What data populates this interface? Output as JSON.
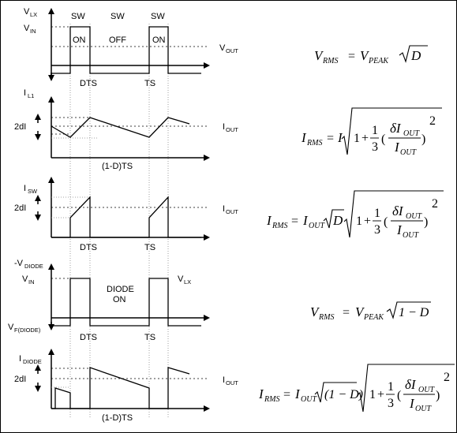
{
  "panels": {
    "vlx": {
      "y_label": "V",
      "y_label_sub": "LX",
      "vin_label": "V",
      "vin_sub": "IN",
      "sw_labels": [
        "SW",
        "SW",
        "SW"
      ],
      "state_labels": [
        "ON",
        "OFF",
        "ON"
      ],
      "vout_label": "V",
      "vout_sub": "OUT",
      "x_labels": [
        "DTS",
        "TS"
      ]
    },
    "il": {
      "y_label": "I",
      "y_label_sub": "L1",
      "delta_label": "2dI",
      "out_label": "I",
      "out_sub": "OUT",
      "x_labels": [
        "(1-D)TS"
      ]
    },
    "isw": {
      "y_label": "I",
      "y_label_sub": "SW",
      "delta_label": "2dI",
      "out_label": "I",
      "out_sub": "OUT",
      "x_labels": [
        "DTS",
        "TS"
      ]
    },
    "vdiode": {
      "y_label": "-V",
      "y_label_sub": "DIODE",
      "vin_label": "V",
      "vin_sub": "IN",
      "vlx_label": "V",
      "vlx_sub": "LX",
      "vf_label": "V",
      "vf_sub": "F(DIODE)",
      "state_top": "DIODE",
      "state_bottom": "ON",
      "x_labels": [
        "DTS",
        "TS"
      ]
    },
    "idiode": {
      "y_label": "I",
      "y_label_sub": "DIODE",
      "delta_label": "2dI",
      "out_label": "I",
      "out_sub": "OUT",
      "x_labels": [
        "(1-D)TS"
      ]
    }
  },
  "equations": {
    "eq1": {
      "lhs": "V",
      "lhs_sub": "RMS",
      "eq": "=",
      "rhs": "V",
      "rhs_sub": "PEAK",
      "rad": "D"
    },
    "eq2": {
      "lhs": "I",
      "lhs_sub": "RMS",
      "eq": "=",
      "coef": "I",
      "one": "1",
      "plus": "+",
      "frac_num": "1",
      "frac_den": "3",
      "num": "δI",
      "num_sub": "OUT",
      "den": "I",
      "den_sub": "OUT",
      "exp": "2"
    },
    "eq3": {
      "lhs": "I",
      "lhs_sub": "RMS",
      "eq": "=",
      "coef": "I",
      "coef_sub": "OUT",
      "rad": "D",
      "one": "1",
      "plus": "+",
      "frac_num": "1",
      "frac_den": "3",
      "num": "δI",
      "num_sub": "OUT",
      "den": "I",
      "den_sub": "OUT",
      "exp": "2"
    },
    "eq4": {
      "lhs": "V",
      "lhs_sub": "RMS",
      "eq": "=",
      "rhs": "V",
      "rhs_sub": "PEAK",
      "rad": "1 − D"
    },
    "eq5": {
      "lhs": "I",
      "lhs_sub": "RMS",
      "eq": "=",
      "coef": "I",
      "coef_sub": "OUT",
      "rad": "(1 − D)",
      "one": "1",
      "plus": "+",
      "frac_num": "1",
      "frac_den": "3",
      "num": "δI",
      "num_sub": "OUT",
      "den": "I",
      "den_sub": "OUT",
      "exp": "2"
    }
  }
}
